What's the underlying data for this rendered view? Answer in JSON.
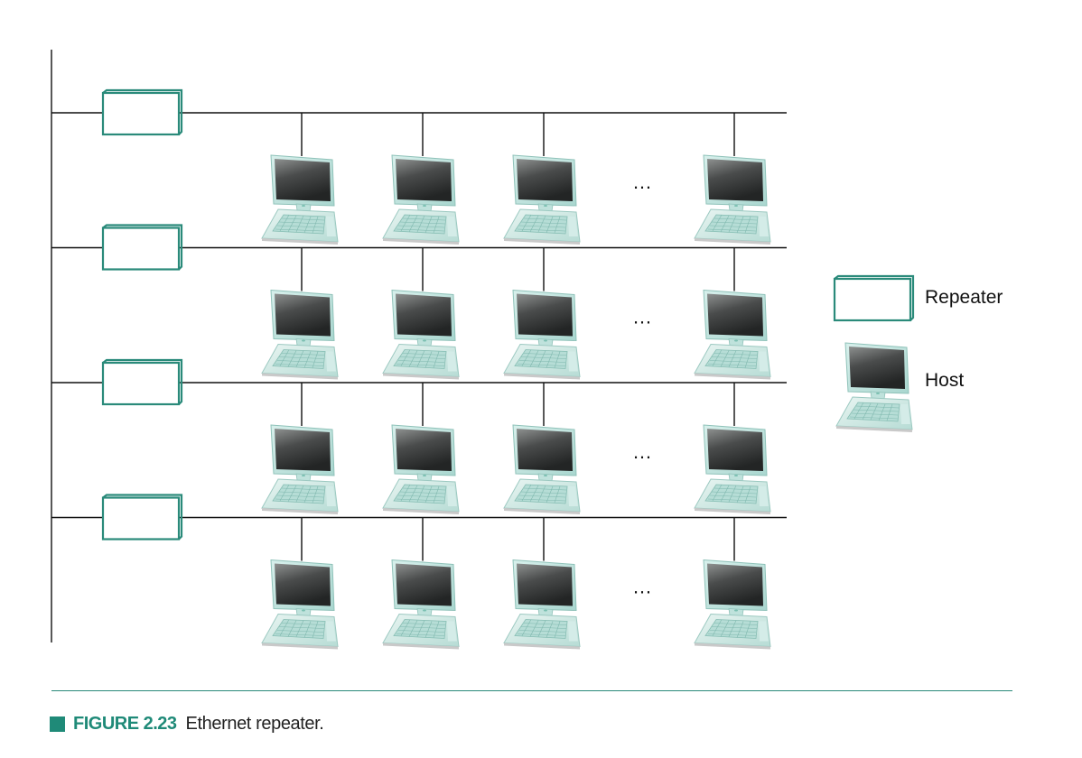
{
  "figure": {
    "label": "FIGURE 2.23",
    "caption": "Ethernet repeater.",
    "accent_color": "#1f8a78"
  },
  "legend": {
    "repeater_label": "Repeater",
    "host_label": "Host"
  },
  "network": {
    "segments": 4,
    "hosts_per_segment": 4,
    "ellipsis": "…",
    "repeater_icon": "repeater-box-icon",
    "host_icon": "computer-host-icon",
    "line_color": "#111111",
    "repeater_color": "#2a8a7a"
  }
}
